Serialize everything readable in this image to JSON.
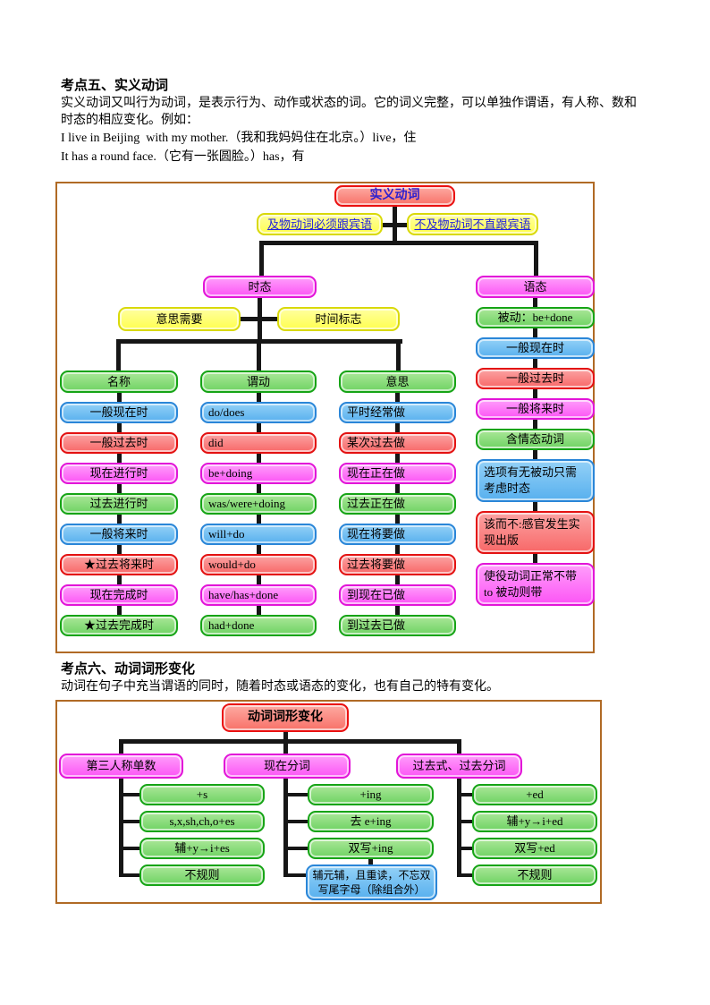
{
  "palette": {
    "blue_fill": "#58b0ee",
    "blue_border": "#2a86d8",
    "red_fill": "#f86868",
    "red_border": "#e31212",
    "magenta_fill": "#fc55f5",
    "magenta_border": "#e215d8",
    "green_fill": "#6fd363",
    "green_border": "#16a416",
    "yellow_fill": "#ffff4f",
    "yellow_border": "#d9d90a",
    "root_fill": "#f87168",
    "root_border": "#ea1111",
    "frame_border": "#b06a25",
    "connector": "#161616",
    "link_text": "#2222dd",
    "root_text": "#2a1fd0"
  },
  "section5": {
    "heading": "考点五、实义动词",
    "body": "实义动词又叫行为动词，是表示行为、动作或状态的词。它的词义完整，可以单独作谓语，有人称、数和时态的相应变化。例如：",
    "example1": "I live in Beijing  with my mother.（我和我妈妈住在北京。）live，住",
    "example2": "It has a round face.（它有一张圆脸。）has，有"
  },
  "diagram1": {
    "root": "实义动词",
    "transitive_note": "及物动词必须跟宾语",
    "intransitive_note": "不及物动词不直跟宾语",
    "tense": {
      "header": "时态",
      "note_left": "意思需要",
      "note_right": "时间标志"
    },
    "columns": [
      {
        "header": "名称",
        "rows": [
          {
            "label": "一般现在时",
            "color": "blue"
          },
          {
            "label": "一般过去时",
            "color": "red"
          },
          {
            "label": "现在进行时",
            "color": "magenta"
          },
          {
            "label": "过去进行时",
            "color": "green"
          },
          {
            "label": "一般将来时",
            "color": "blue"
          },
          {
            "label": "★过去将来时",
            "color": "red"
          },
          {
            "label": "现在完成时",
            "color": "magenta"
          },
          {
            "label": "★过去完成时",
            "color": "green"
          }
        ]
      },
      {
        "header": "谓动",
        "rows": [
          {
            "label": "do/does",
            "color": "blue"
          },
          {
            "label": "did",
            "color": "red"
          },
          {
            "label": "be+doing",
            "color": "magenta"
          },
          {
            "label": "was/were+doing",
            "color": "green"
          },
          {
            "label": "will+do",
            "color": "blue"
          },
          {
            "label": "would+do",
            "color": "red"
          },
          {
            "label": "have/has+done",
            "color": "magenta"
          },
          {
            "label": "had+done",
            "color": "green"
          }
        ]
      },
      {
        "header": "意思",
        "rows": [
          {
            "label": "平时经常做",
            "color": "blue"
          },
          {
            "label": "某次过去做",
            "color": "red"
          },
          {
            "label": "现在正在做",
            "color": "magenta"
          },
          {
            "label": "过去正在做",
            "color": "green"
          },
          {
            "label": "现在将要做",
            "color": "blue"
          },
          {
            "label": "过去将要做",
            "color": "red"
          },
          {
            "label": "到现在已做",
            "color": "magenta"
          },
          {
            "label": "到过去已做",
            "color": "green"
          }
        ]
      }
    ],
    "voice": {
      "header": "语态",
      "rows": [
        {
          "label": "被动：be+done",
          "color": "green"
        },
        {
          "label": "一般现在时",
          "color": "blue"
        },
        {
          "label": "一般过去时",
          "color": "red"
        },
        {
          "label": "一般将来时",
          "color": "magenta"
        },
        {
          "label": "含情态动词",
          "color": "green"
        },
        {
          "label": "选项有无被动只需考虑时态",
          "color": "blue"
        },
        {
          "label": "该而不:感官发生实现出版",
          "color": "red"
        },
        {
          "label": "使役动词正常不带 to 被动则带",
          "color": "magenta"
        }
      ]
    }
  },
  "section6": {
    "heading": "考点六、动词词形变化",
    "body": "动词在句子中充当谓语的同时，随着时态或语态的变化，也有自己的特有变化。"
  },
  "diagram2": {
    "root": "动词词形变化",
    "branches": [
      {
        "header": "第三人称单数",
        "items": [
          {
            "label": "+s",
            "color": "green"
          },
          {
            "label": "s,x,sh,ch,o+es",
            "color": "green"
          },
          {
            "label": "辅+y→i+es",
            "color": "green"
          },
          {
            "label": "不规则",
            "color": "green"
          }
        ]
      },
      {
        "header": "现在分词",
        "items": [
          {
            "label": "+ing",
            "color": "green"
          },
          {
            "label": "去 e+ing",
            "color": "green"
          },
          {
            "label": "双写+ing",
            "color": "green"
          },
          {
            "label": "辅元辅，且重读，不忘双写尾字母（除组合外）",
            "color": "blue"
          }
        ]
      },
      {
        "header": "过去式、过去分词",
        "items": [
          {
            "label": "+ed",
            "color": "green"
          },
          {
            "label": "辅+y→i+ed",
            "color": "green"
          },
          {
            "label": "双写+ed",
            "color": "green"
          },
          {
            "label": "不规则",
            "color": "green"
          }
        ]
      }
    ]
  }
}
